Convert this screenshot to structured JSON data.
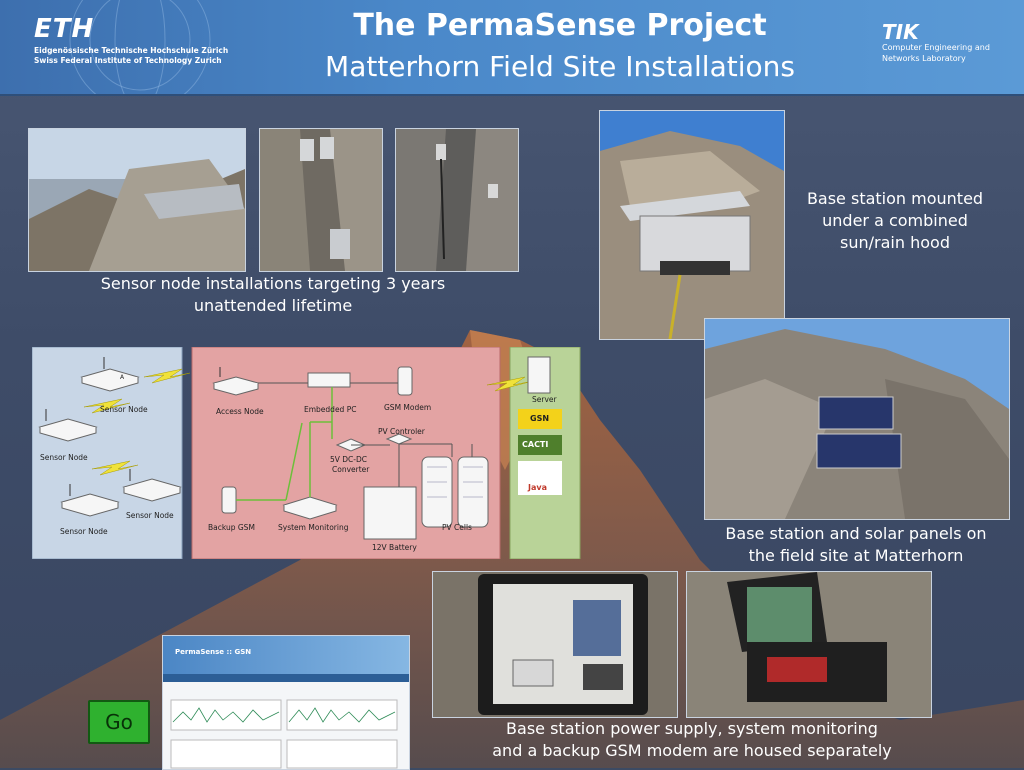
{
  "header": {
    "eth_logo": "ETH",
    "eth_line1": "Eidgenössische Technische Hochschule Zürich",
    "eth_line2": "Swiss Federal Institute of Technology Zurich",
    "title_line1": "The PermaSense Project",
    "title_line2": "Matterhorn Field Site Installations",
    "tik_logo": "TIK",
    "tik_line1": "Computer Engineering and",
    "tik_line2": "Networks Laboratory"
  },
  "captions": {
    "sensor_nodes_line1": "Sensor node installations targeting 3 years",
    "sensor_nodes_line2": "unattended lifetime",
    "base_hood_line1": "Base station mounted",
    "base_hood_line2": "under a combined",
    "base_hood_line3": "sun/rain hood",
    "solar_line1": "Base station and solar panels on",
    "solar_line2": "the field site at Matterhorn",
    "power_line1": "Base station power supply, system monitoring",
    "power_line2": "and a backup GSM modem are housed separately"
  },
  "diagram": {
    "sensor_node_a": "Sensor Node",
    "sensor_node_b": "Sensor Node",
    "sensor_node_c": "Sensor Node",
    "sensor_node_d": "Sensor Node",
    "node_letter": "A",
    "access_node": "Access Node",
    "embedded_pc": "Embedded PC",
    "gsm_modem": "GSM Modem",
    "pv_controller": "PV Controler",
    "dcdc": "5V DC-DC",
    "converter": "Converter",
    "backup_gsm": "Backup GSM",
    "system_monitoring": "System Monitoring",
    "battery": "12V Battery",
    "pv_cells": "PV Cells",
    "server": "Server",
    "gsn_logo": "GSN",
    "cacti_logo": "CACTI",
    "java_logo": "Java"
  },
  "screenshot_thumb": {
    "header_title": "PermaSense :: GSN"
  },
  "go_button": "Go"
}
